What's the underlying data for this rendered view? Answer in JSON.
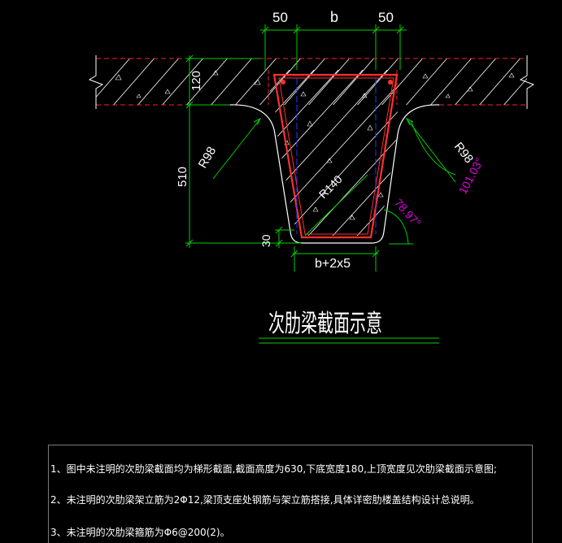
{
  "drawing": {
    "title": "次肋梁截面示意",
    "dims": {
      "top_left": "50",
      "top_mid": "b",
      "top_right": "50",
      "slab_thickness": "120",
      "beam_height": "510",
      "radius_left": "R98",
      "radius_right": "R98",
      "chamfer": "30",
      "bottom_width": "b+2x5",
      "diagonal": "R140",
      "angle_inner": "78.97°",
      "angle_outer": "101.03°"
    }
  },
  "notes": [
    "1、图中未注明的次肋梁截面均为梯形截面,截面高度为630,下底宽度180,上顶宽度见次肋梁截面示意图;",
    "2、未注明的次肋梁架立筋为2Φ12,梁顶支座处钢筋与架立筋搭接,具体详密肋楼盖结构设计总说明。",
    "3、未注明的次肋梁箍筋为Φ6@200(2)。"
  ],
  "colors": {
    "background": "#000000",
    "dimension": "#00d000",
    "slab_edge": "#ff2020",
    "hatch": "#ffffff",
    "rebar": "#ff3030",
    "center_line": "#3030ff",
    "angle_text": "#e000e0"
  }
}
